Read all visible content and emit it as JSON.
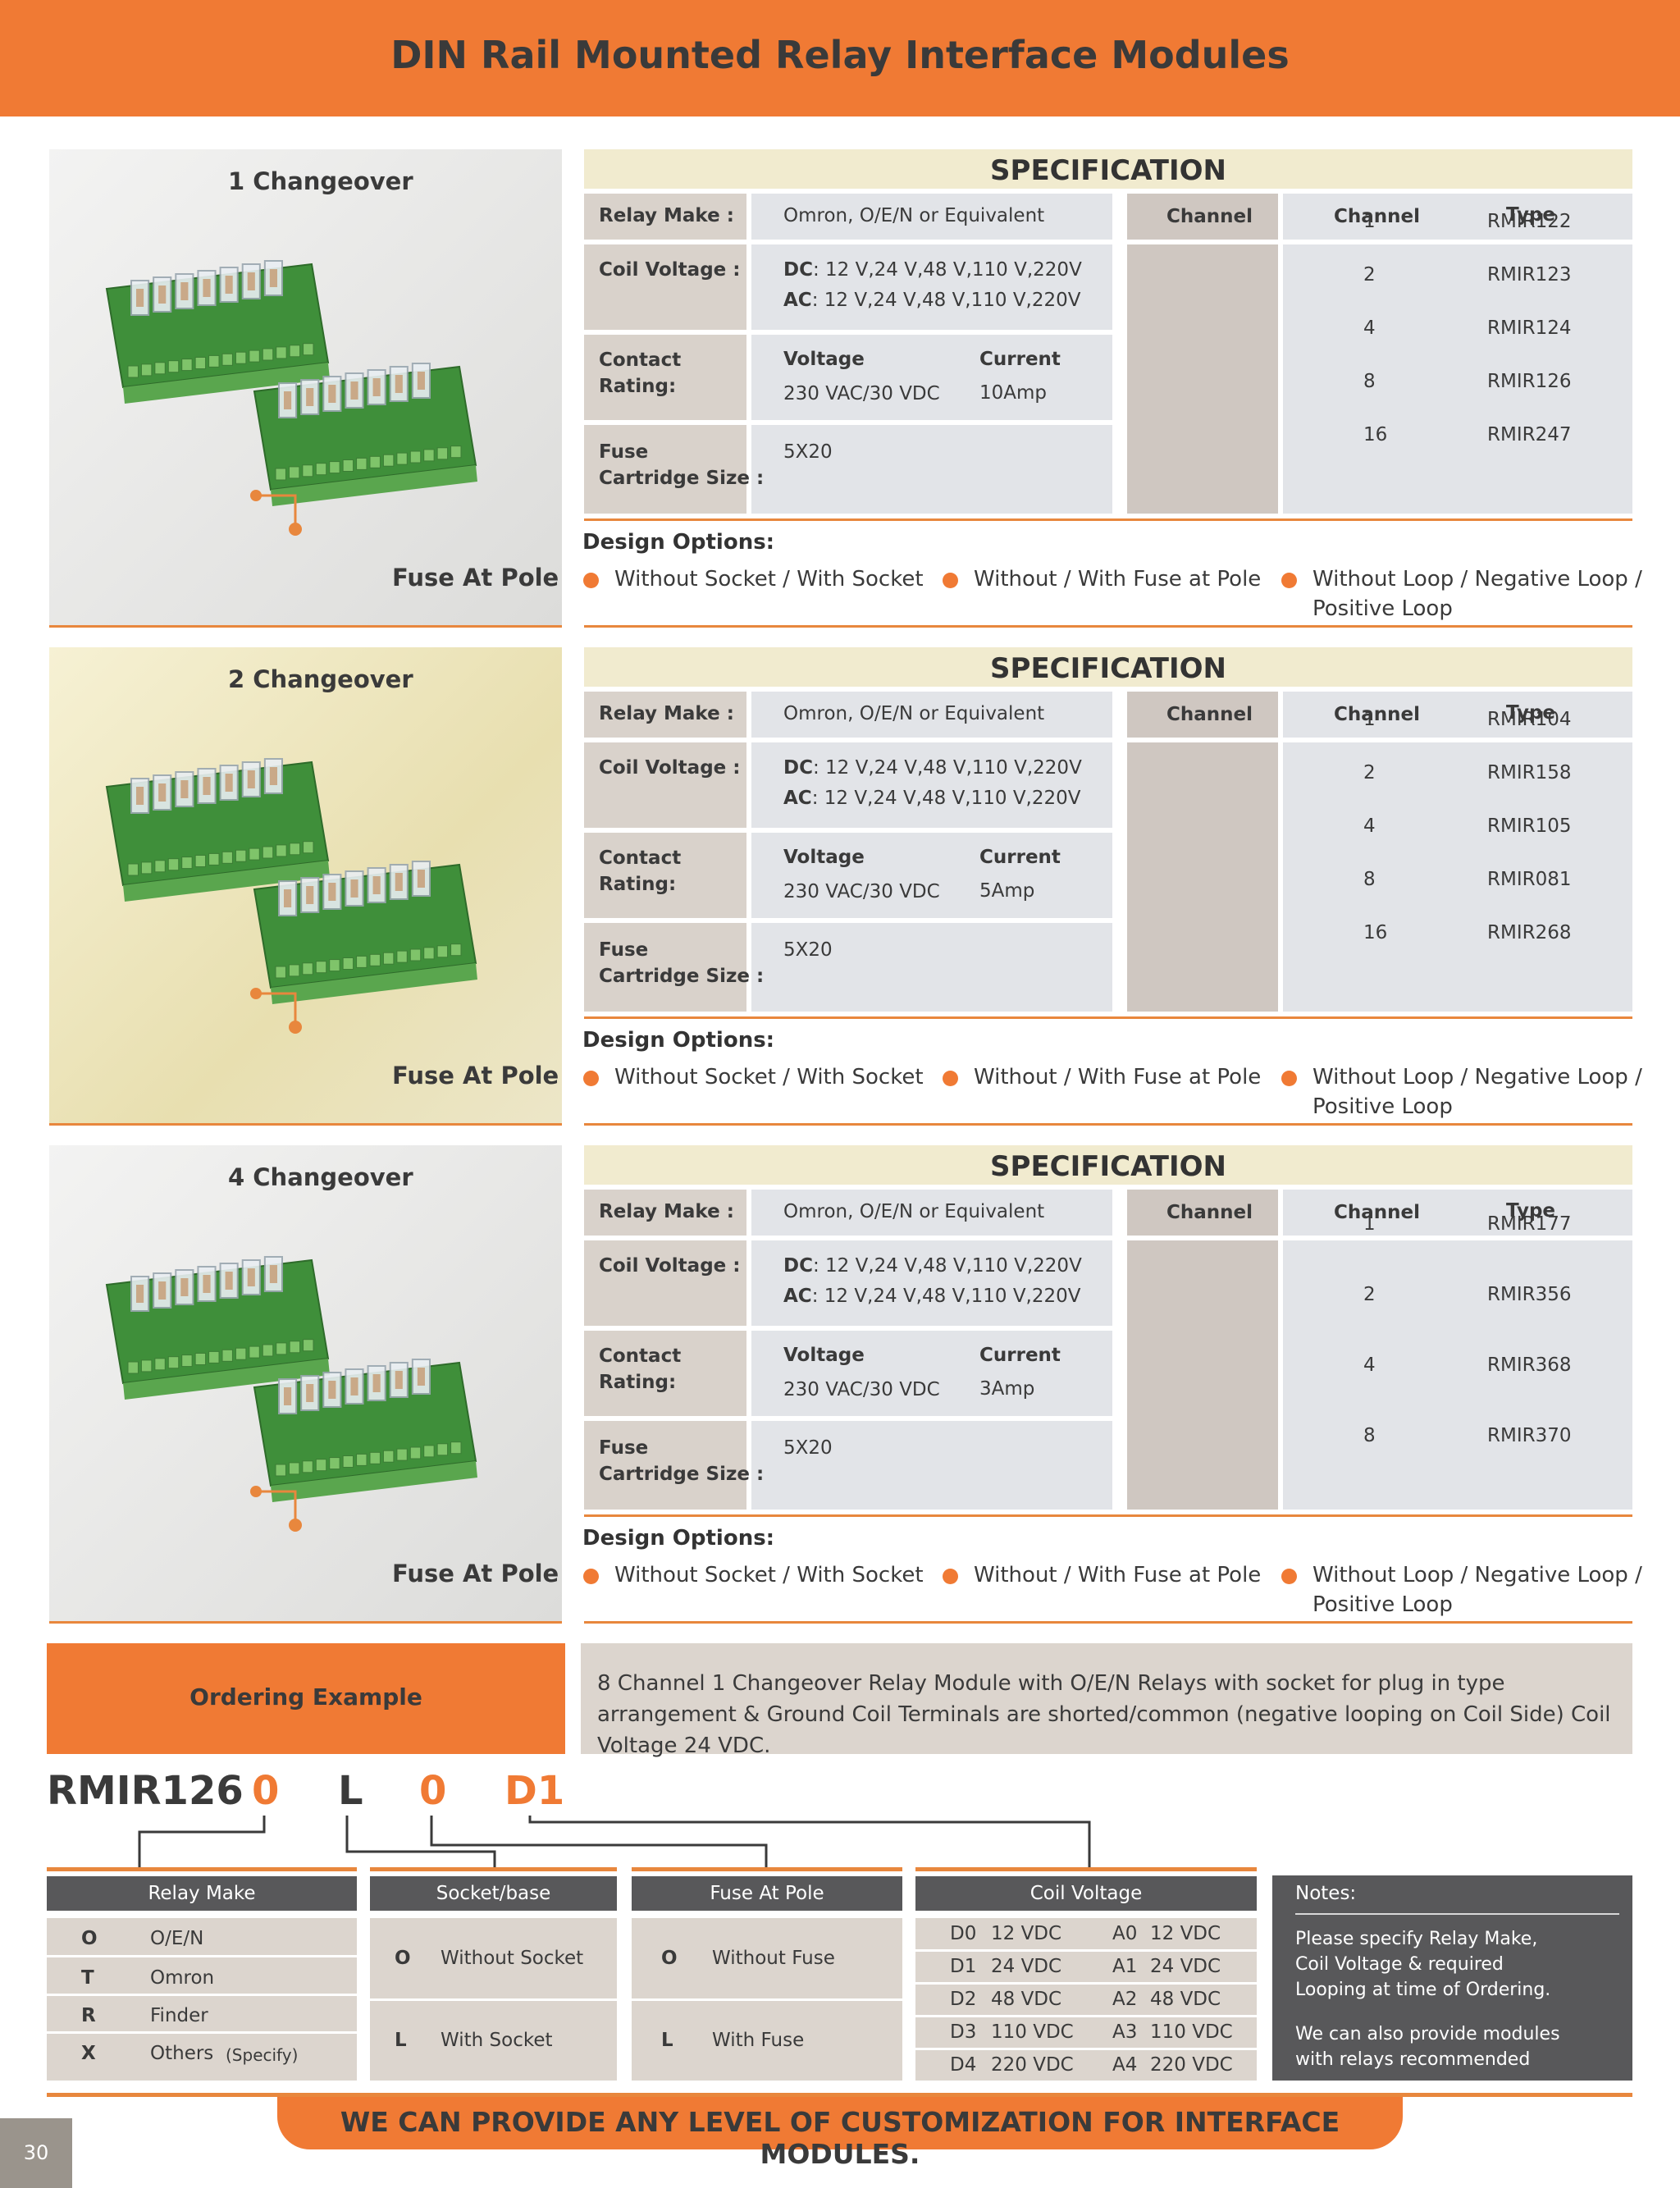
{
  "title": "DIN Rail Mounted Relay Interface Modules",
  "sections": [
    {
      "photo_title": "1 Changeover",
      "fuse_label": "Fuse At Pole",
      "spec_title": "SPECIFICATION",
      "relay_make_label": "Relay Make :",
      "relay_make_value": "Omron, O/E/N or Equivalent",
      "coil_voltage_label": "Coil Voltage :",
      "coil_dc_prefix": "DC",
      "coil_dc_value": ": 12 V,24 V,48 V,110 V,220V",
      "coil_ac_prefix": "AC",
      "coil_ac_value": ":  12 V,24 V,48 V,110 V,220V",
      "contact_label_1": "Contact",
      "contact_label_2": "Rating:",
      "voltage_head": "Voltage",
      "voltage_value": "230 VAC/30 VDC",
      "current_head": "Current",
      "current_value": "10Amp",
      "fuse_label_1": "Fuse",
      "fuse_label_2": "Cartridge Size :",
      "fuse_value": "5X20",
      "channel_col": "Channel",
      "channel_head": "Channel",
      "type_head": "Type",
      "rows": [
        {
          "channel": "1",
          "type": "RMIR122"
        },
        {
          "channel": "2",
          "type": "RMIR123"
        },
        {
          "channel": "4",
          "type": "RMIR124"
        },
        {
          "channel": "8",
          "type": "RMIR126"
        },
        {
          "channel": "16",
          "type": "RMIR247"
        }
      ],
      "design_label": "Design Options:",
      "options": [
        "Without Socket / With Socket",
        "Without / With Fuse at Pole",
        "Without Loop / Negative Loop /",
        "Positive Loop"
      ]
    },
    {
      "photo_title": "2 Changeover",
      "fuse_label": "Fuse At Pole",
      "spec_title": "SPECIFICATION",
      "relay_make_label": "Relay Make :",
      "relay_make_value": "Omron, O/E/N or Equivalent",
      "coil_voltage_label": "Coil Voltage :",
      "coil_dc_prefix": "DC",
      "coil_dc_value": ": 12 V,24 V,48 V,110 V,220V",
      "coil_ac_prefix": "AC",
      "coil_ac_value": ":  12 V,24 V,48 V,110 V,220V",
      "contact_label_1": "Contact",
      "contact_label_2": "Rating:",
      "voltage_head": "Voltage",
      "voltage_value": "230 VAC/30 VDC",
      "current_head": "Current",
      "current_value": "5Amp",
      "fuse_label_1": "Fuse",
      "fuse_label_2": "Cartridge Size :",
      "fuse_value": "5X20",
      "channel_col": "Channel",
      "channel_head": "Channel",
      "type_head": "Type",
      "rows": [
        {
          "channel": "1",
          "type": "RMIR104"
        },
        {
          "channel": "2",
          "type": "RMIR158"
        },
        {
          "channel": "4",
          "type": "RMIR105"
        },
        {
          "channel": "8",
          "type": "RMIR081"
        },
        {
          "channel": "16",
          "type": "RMIR268"
        }
      ],
      "design_label": "Design Options:",
      "options": [
        "Without Socket / With Socket",
        "Without / With Fuse at Pole",
        "Without Loop / Negative Loop /",
        "Positive Loop"
      ]
    },
    {
      "photo_title": "4 Changeover",
      "fuse_label": "Fuse At Pole",
      "spec_title": "SPECIFICATION",
      "relay_make_label": "Relay Make :",
      "relay_make_value": "Omron, O/E/N or Equivalent",
      "coil_voltage_label": "Coil Voltage :",
      "coil_dc_prefix": "DC",
      "coil_dc_value": ": 12 V,24 V,48 V,110 V,220V",
      "coil_ac_prefix": "AC",
      "coil_ac_value": ":  12 V,24 V,48 V,110 V,220V",
      "contact_label_1": "Contact",
      "contact_label_2": "Rating:",
      "voltage_head": "Voltage",
      "voltage_value": "230 VAC/30 VDC",
      "current_head": "Current",
      "current_value": "3Amp",
      "fuse_label_1": "Fuse",
      "fuse_label_2": "Cartridge Size :",
      "fuse_value": "5X20",
      "channel_col": "Channel",
      "channel_head": "Channel",
      "type_head": "Type",
      "rows": [
        {
          "channel": "1",
          "type": "RMIR177"
        },
        {
          "channel": "2",
          "type": "RMIR356"
        },
        {
          "channel": "4",
          "type": "RMIR368"
        },
        {
          "channel": "8",
          "type": "RMIR370"
        }
      ],
      "design_label": "Design Options:",
      "options": [
        "Without Socket / With Socket",
        "Without / With Fuse at Pole",
        "Without Loop / Negative Loop /",
        "Positive Loop"
      ]
    }
  ],
  "ordering": {
    "label": "Ordering Example",
    "description": "8 Channel 1 Changeover Relay Module with O/E/N Relays with socket for plug in type arrangement & Ground Coil Terminals are shorted/common (negative looping on Coil Side) Coil Voltage 24 VDC.",
    "code": [
      "RMIR126",
      "0",
      "L",
      "0",
      "D1"
    ]
  },
  "groups": {
    "relay_make": {
      "header": "Relay Make",
      "rows": [
        {
          "code": "O",
          "text": "O/E/N",
          "note": ""
        },
        {
          "code": "T",
          "text": "Omron",
          "note": ""
        },
        {
          "code": "R",
          "text": "Finder",
          "note": ""
        },
        {
          "code": "X",
          "text": "Others",
          "note": "(Specify)"
        }
      ]
    },
    "socket": {
      "header": "Socket/base",
      "rows": [
        {
          "code": "O",
          "text": "Without Socket"
        },
        {
          "code": "L",
          "text": "With Socket"
        }
      ]
    },
    "fuse": {
      "header": "Fuse At Pole",
      "rows": [
        {
          "code": "O",
          "text": "Without Fuse"
        },
        {
          "code": "L",
          "text": "With Fuse"
        }
      ]
    },
    "coil": {
      "header": "Coil Voltage",
      "rows": [
        {
          "dc_code": "D0",
          "dc": "12 VDC",
          "ac_code": "A0",
          "ac": "12 VDC"
        },
        {
          "dc_code": "D1",
          "dc": "24 VDC",
          "ac_code": "A1",
          "ac": "24 VDC"
        },
        {
          "dc_code": "D2",
          "dc": "48 VDC",
          "ac_code": "A2",
          "ac": "48 VDC"
        },
        {
          "dc_code": "D3",
          "dc": "110 VDC",
          "ac_code": "A3",
          "ac": "110 VDC"
        },
        {
          "dc_code": "D4",
          "dc": "220 VDC",
          "ac_code": "A4",
          "ac": "220 VDC"
        }
      ]
    }
  },
  "notes": {
    "header": "Notes:",
    "lines_1": [
      "Please specify Relay Make,",
      "Coil Voltage & required",
      "Looping at time of Ordering."
    ],
    "lines_2": [
      "We can also provide modules",
      "with relays recommended"
    ]
  },
  "banner": "WE CAN PROVIDE ANY LEVEL OF CUSTOMIZATION FOR INTERFACE MODULES.",
  "page_number": "30",
  "colors": {
    "accent": "#f07a34",
    "dark_header": "#58585a",
    "spec_header": "#f1ebcf"
  }
}
